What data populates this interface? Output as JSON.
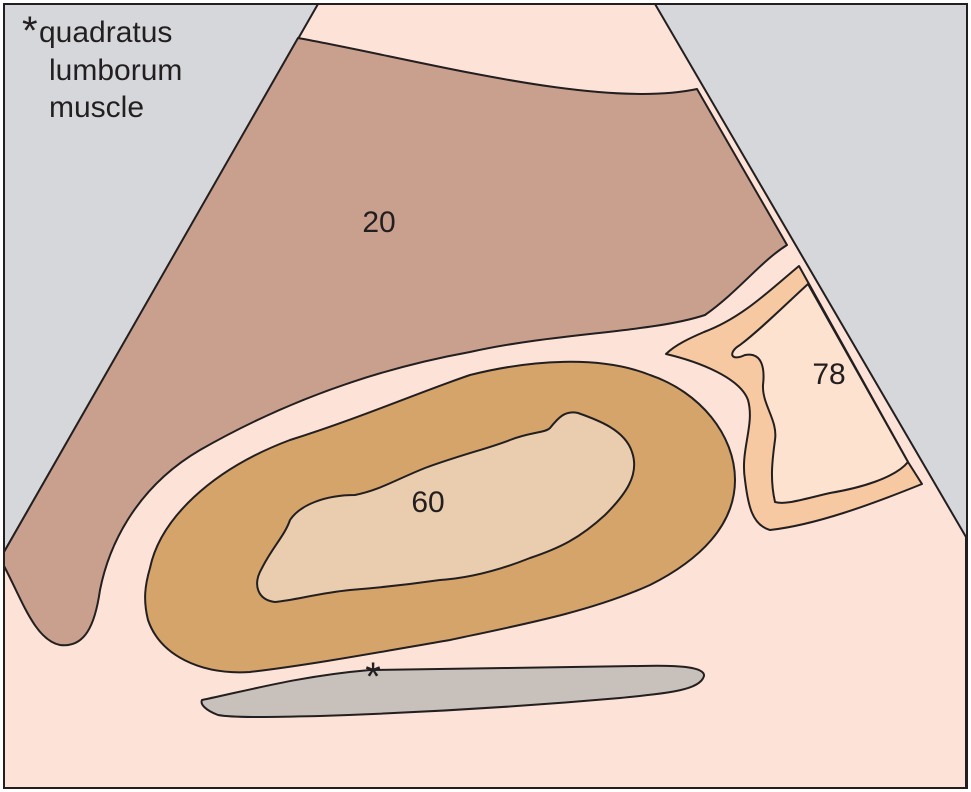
{
  "legend": {
    "marker": "*",
    "lines": [
      "quadratus",
      "lumborum",
      "muscle"
    ]
  },
  "labels": {
    "liver": "20",
    "kidney": "60",
    "spleen_or_bowel": "78",
    "muscle_marker": "*"
  },
  "colors": {
    "background": "#d5d7da",
    "fan": "#fde2d8",
    "liver": "#c9a08e",
    "kidney_cortex": "#d5a46b",
    "kidney_sinus": "#e9cdae",
    "right_outer": "#f6c9a2",
    "right_inner": "#fde2d0",
    "muscle": "#c7c0bb",
    "outline": "#231f20"
  }
}
